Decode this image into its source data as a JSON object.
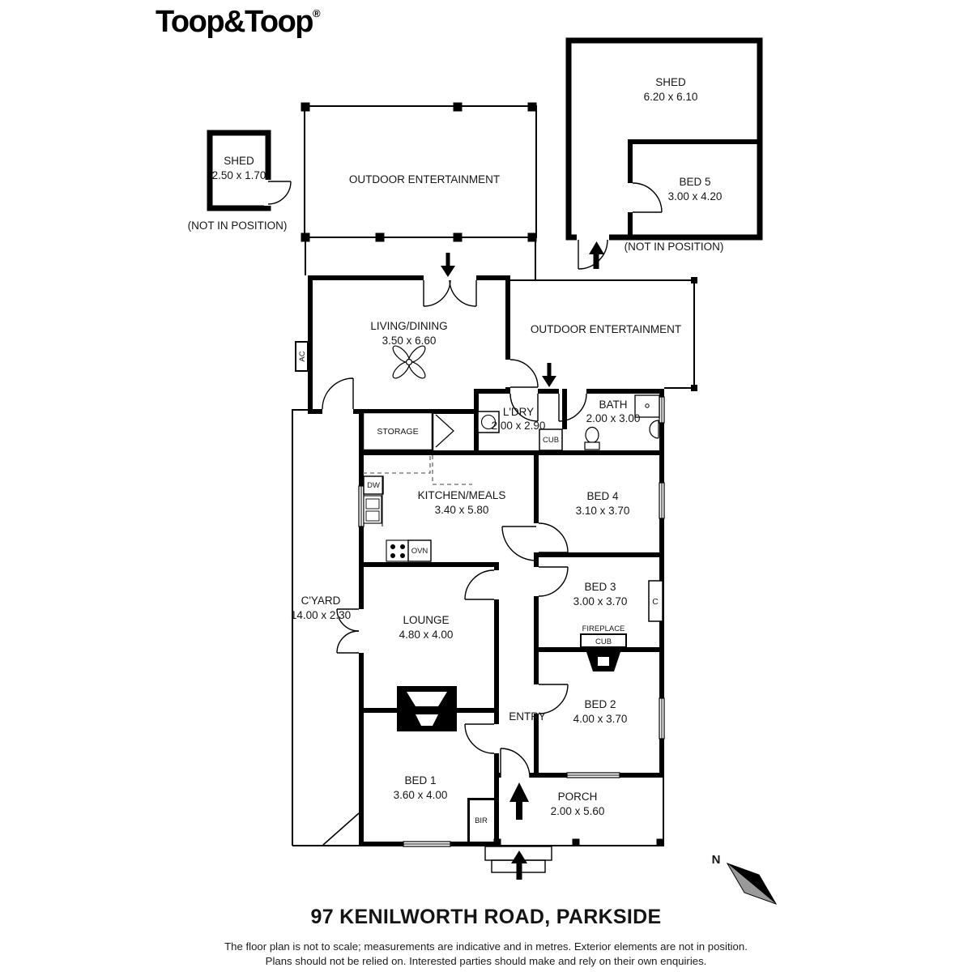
{
  "brand": {
    "name": "Toop&Toop",
    "registered": "®"
  },
  "address_title": "97 KENILWORTH ROAD, PARKSIDE",
  "disclaimer": {
    "line1": "The floor plan is not to scale; measurements are indicative and in metres. Exterior elements are not in position.",
    "line2": "Plans should not be relied on. Interested parties should make and rely on their own enquiries."
  },
  "compass": {
    "north": "N"
  },
  "notes": {
    "not_in_position_left": "(NOT IN POSITION)",
    "not_in_position_right": "(NOT IN POSITION)"
  },
  "rooms": {
    "shed_small": {
      "name": "SHED",
      "dims": "2.50 x 1.70"
    },
    "outdoor_top": {
      "name": "OUTDOOR ENTERTAINMENT"
    },
    "shed_large": {
      "name": "SHED",
      "dims": "6.20 x 6.10"
    },
    "bed5": {
      "name": "BED 5",
      "dims": "3.00 x 4.20"
    },
    "living_dining": {
      "name": "LIVING/DINING",
      "dims": "3.50 x 6.60"
    },
    "outdoor_right": {
      "name": "OUTDOOR ENTERTAINMENT"
    },
    "laundry": {
      "name": "L'DRY",
      "dims": "2.00 x 2.90"
    },
    "bath": {
      "name": "BATH",
      "dims": "2.00 x 3.00"
    },
    "kitchen_meals": {
      "name": "KITCHEN/MEALS",
      "dims": "3.40 x 5.80"
    },
    "bed4": {
      "name": "BED 4",
      "dims": "3.10 x 3.70"
    },
    "bed3": {
      "name": "BED 3",
      "dims": "3.00 x 3.70"
    },
    "bed2": {
      "name": "BED 2",
      "dims": "4.00 x 3.70"
    },
    "bed1": {
      "name": "BED 1",
      "dims": "3.60 x 4.00"
    },
    "lounge": {
      "name": "LOUNGE",
      "dims": "4.80 x 4.00"
    },
    "courtyard": {
      "name": "C'YARD",
      "dims": "14.00 x 2.30"
    },
    "entry": {
      "name": "ENTRY"
    },
    "porch": {
      "name": "PORCH",
      "dims": "2.00 x 5.60"
    },
    "storage": {
      "name": "STORAGE"
    }
  },
  "fixtures": {
    "cub_laundry": "CUB",
    "cub_fireplace": "CUB",
    "fireplace": "FIREPLACE",
    "dw": "DW",
    "ovn": "OVN",
    "ac": "AC",
    "c": "C",
    "bir": "BIR"
  },
  "colors": {
    "wall": "#000000",
    "text": "#161616",
    "compass_gray": "#9a9a9a"
  }
}
